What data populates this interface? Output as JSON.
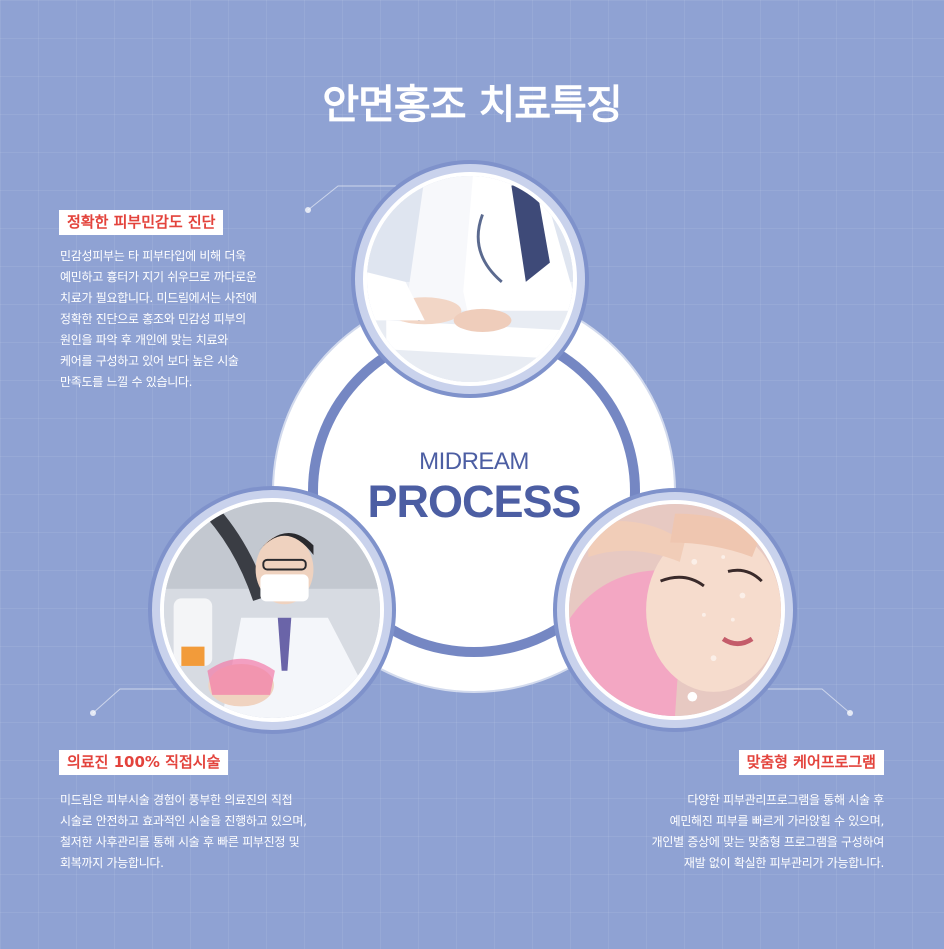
{
  "page_title": "안면홍조 치료특징",
  "center": {
    "small": "MIDREAM",
    "big": "PROCESS"
  },
  "features": [
    {
      "heading": "정확한 피부민감도 진단",
      "lines": [
        "민감성피부는 타 피부타입에 비해 더욱",
        "예민하고 흉터가 지기 쉬우므로 까다로운",
        "치료가 필요합니다. 미드림에서는 사전에",
        "정확한 진단으로 홍조와 민감성 피부의",
        "원인을 파악 후 개인에 맞는 치료와",
        "케어를 구성하고 있어 보다 높은 시술",
        "만족도를 느낄 수 있습니다."
      ]
    },
    {
      "heading": "의료진 100% 직접시술",
      "lines": [
        "미드림은 피부시술 경험이 풍부한 의료진의 직접",
        "시술로 안전하고 효과적인 시술을 진행하고 있으며,",
        "철저한 사후관리를 통해 시술 후 빠른 피부진정 및",
        "회복까지 가능합니다."
      ]
    },
    {
      "heading": "맞춤형 케어프로그램",
      "lines": [
        "다양한 피부관리프로그램을 통해 시술 후",
        "예민해진 피부를 빠르게 가라앉힐 수 있으며,",
        "개인별 증상에 맞는 맞춤형 프로그램을 구성하여",
        "재발 없이 확실한 피부관리가 가능합니다."
      ]
    }
  ],
  "photos": {
    "top": "doctor-writing-photo",
    "left": "doctor-laser-treatment-photo",
    "right": "facial-care-photo"
  },
  "colors": {
    "background": "#8fa2d3",
    "heading_text": "#e3433c",
    "center_text": "#4c5ea3"
  }
}
